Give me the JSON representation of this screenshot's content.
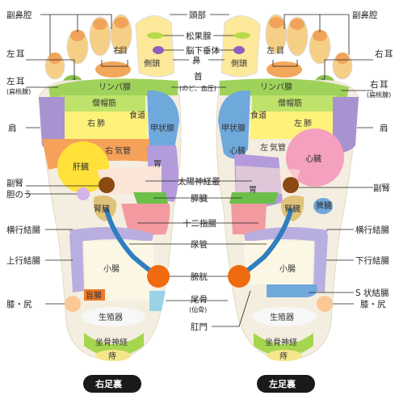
{
  "labels": {
    "sinus": "副鼻腔",
    "head": "頭部",
    "pineal": "松果腺",
    "pituitary": "脳下垂体",
    "nose": "鼻",
    "temple": "側頭",
    "eye": "目",
    "ear": "耳",
    "ear_tonsil": "耳",
    "tonsil_note": "(扁桃腺)",
    "lymph": "リンパ腺",
    "neck": "首",
    "neck_note": "(のど、血圧)",
    "trapezius": "僧帽筋",
    "lung": "肺",
    "esophagus": "食道",
    "thyroid": "甲状腺",
    "shoulder": "肩",
    "bronchi": "気管",
    "heart": "心臓",
    "liver": "肝臓",
    "stomach": "胃",
    "solar_plexus": "太陽神経叢",
    "adrenal": "副腎",
    "gallbladder": "胆のう",
    "kidney": "腎臓",
    "pancreas": "膵臓",
    "spleen": "脾臓",
    "duodenum": "十二指腸",
    "transverse_colon": "横行結腸",
    "ureter": "尿管",
    "ascending_colon": "上行結腸",
    "descending_colon": "下行結腸",
    "small_intestine": "小腸",
    "appendix": "盲腸",
    "bladder": "膀胱",
    "s_colon": "S 状結腸",
    "knee_hip": "膝・尻",
    "coccyx": "尾骨",
    "coccyx_note": "(仙骨)",
    "reproductive": "生殖器",
    "anus": "肛門",
    "sciatic": "坐骨神経",
    "hemorrhoid": "痔",
    "side_left": "左",
    "side_right": "右",
    "right_sole": "右足裏",
    "left_sole": "左足裏"
  },
  "colors": {
    "sinus": "#f2a35a",
    "toe": "#f6cf86",
    "big_toe": "#fde99a",
    "eye": "#f2a75a",
    "ear": "#8ec14f",
    "ear_dot": "#2e7d32",
    "lymph": "#9fd25a",
    "trapezius": "#bfe36a",
    "lung": "#fff27a",
    "thyroid": "#6fa9dc",
    "shoulder": "#a892d0",
    "bronchi": "#f6a15a",
    "heart": "#f5a0bf",
    "liver": "#ffe13a",
    "stomach": "#b49bdc",
    "kidney": "#e0c37a",
    "adrenal": "#8a4a12",
    "pancreas": "#6cc04a",
    "spleen": "#6fa9dc",
    "duodenum": "#f39aa0",
    "ureter": "#2f7fc0",
    "colon": "#b9aee0",
    "small_intestine": "#fbf7e4",
    "appendix": "#f07a2a",
    "bladder": "#f06a10",
    "reproductive": "#f7f7f7",
    "sciatic": "#a6d64f",
    "hemorrhoid": "#f4e68a",
    "knee": "#fbc896",
    "label_bar": "#1a1a1a"
  }
}
